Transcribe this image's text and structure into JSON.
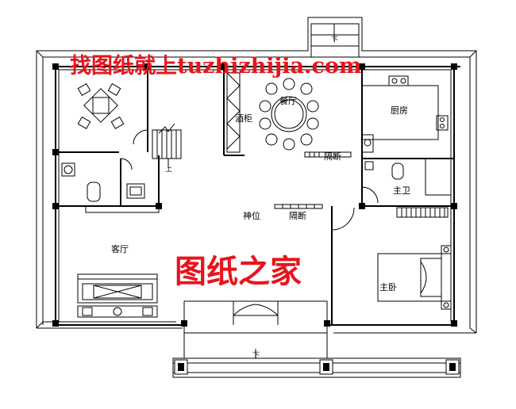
{
  "watermark": {
    "top_text": "找图纸就上tuzhizhijia.com",
    "center_text": "图纸之家",
    "color": "#e8141c"
  },
  "rooms": {
    "dining": "餐厅",
    "kitchen": "厨房",
    "wine_cabinet": "酒柜",
    "partition_upper": "隔断",
    "master_bath": "主卫",
    "shrine": "神位",
    "partition_lower": "隔断",
    "living_room": "客厅",
    "master_bedroom": "主卧"
  },
  "markers": {
    "stair_up": "上",
    "entry_down_top": "下",
    "entry_down_bottom": "下"
  },
  "colors": {
    "line": "#000000",
    "paper": "#ffffff"
  }
}
